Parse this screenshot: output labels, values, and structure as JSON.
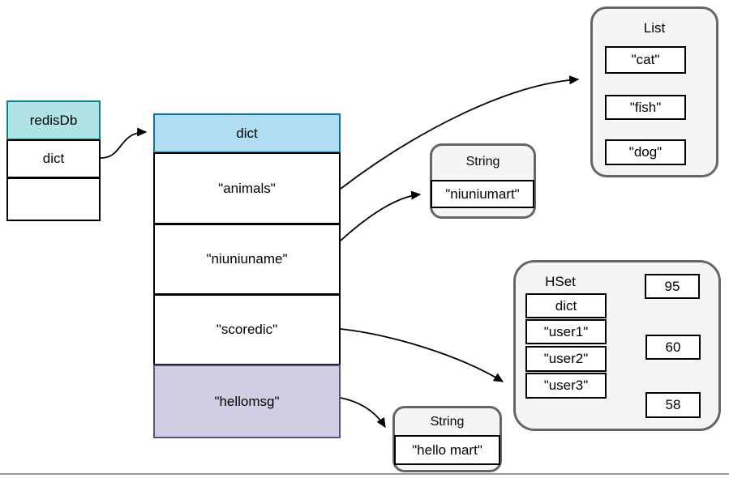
{
  "diagram": {
    "redisdb": {
      "header": "redisDb",
      "row1": "dict",
      "row2": ""
    },
    "dict": {
      "header": "dict",
      "keys": [
        "\"animals\"",
        "\"niuniuname\"",
        "\"scoredic\"",
        "\"hellomsg\""
      ]
    },
    "list": {
      "title": "List",
      "items": [
        "\"cat\"",
        "\"fish\"",
        "\"dog\""
      ]
    },
    "string1": {
      "title": "String",
      "value": "\"niuniumart\""
    },
    "string2": {
      "title": "String",
      "value": "\"hello mart\""
    },
    "hset": {
      "title": "HSet",
      "rows": [
        "dict",
        "\"user1\"",
        "\"user2\"",
        "\"user3\""
      ],
      "values": [
        "95",
        "60",
        "58"
      ]
    },
    "edges": [
      {
        "from": "redisDb.dict",
        "to": "dict"
      },
      {
        "from": "dict.\"animals\"",
        "to": "List"
      },
      {
        "from": "dict.\"niuniuname\"",
        "to": "String \"niuniumart\""
      },
      {
        "from": "dict.\"scoredic\"",
        "to": "HSet"
      },
      {
        "from": "dict.\"hellomsg\"",
        "to": "String \"hello mart\""
      },
      {
        "from": "List.\"cat\"",
        "to": "List.\"fish\"",
        "bidirectional": true
      },
      {
        "from": "List.\"fish\"",
        "to": "List.\"dog\"",
        "bidirectional": true
      },
      {
        "from": "HSet.\"user1\"",
        "to": "95"
      },
      {
        "from": "HSet.\"user2\"",
        "to": "60"
      },
      {
        "from": "HSet.\"user3\"",
        "to": "58"
      }
    ],
    "colors": {
      "teal_fill": "#b0e3e6",
      "teal_stroke": "#0e8088",
      "blue_fill": "#b1ddf0",
      "blue_stroke": "#10739e",
      "purple_fill": "#d0cee2",
      "purple_stroke": "#56517e",
      "container_fill": "#f5f5f5",
      "container_stroke": "#666666",
      "line": "#000000"
    }
  }
}
